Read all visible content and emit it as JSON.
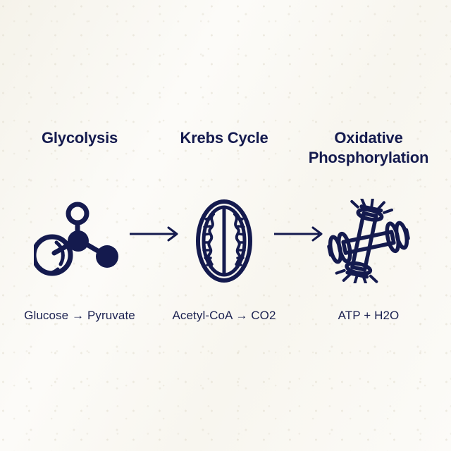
{
  "page": {
    "background_color": "#fbfaf6",
    "ink_color": "#141a4e",
    "caption_color": "#1b2150"
  },
  "stages": [
    {
      "title": "Glycolysis",
      "caption": "Glucose → Pyruvate",
      "icon_name": "molecule-icon"
    },
    {
      "title": "Krebs Cycle",
      "caption": "Acetyl-CoA → CO2",
      "icon_name": "mitochondrion-icon"
    },
    {
      "title": "Oxidative\nPhosphorylation",
      "caption": "ATP + H2O",
      "icon_name": "crossed-dumbbells-icon"
    }
  ],
  "connectors": [
    {
      "name": "arrow-right-icon"
    },
    {
      "name": "arrow-right-icon"
    }
  ]
}
